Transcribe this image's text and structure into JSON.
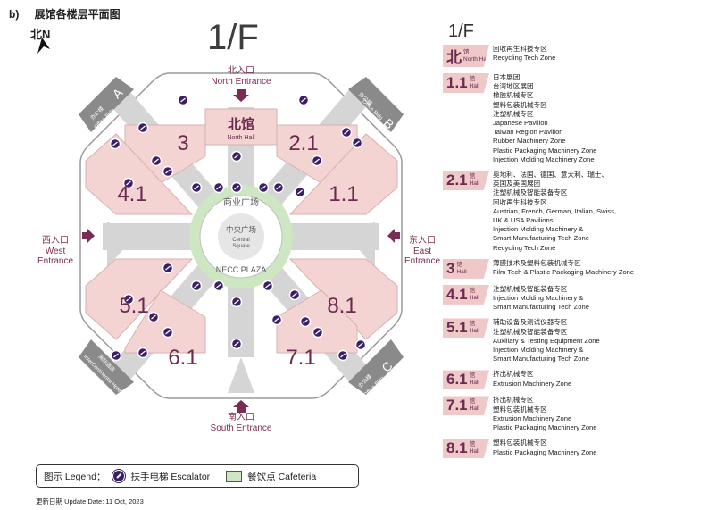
{
  "caption": "b)",
  "title": "展馆各楼层平面图",
  "north_indicator": "北N",
  "floor_label": "1/F",
  "map": {
    "halls": {
      "h3": "3",
      "h21": "2.1",
      "h41": "4.1",
      "h11": "1.1",
      "h51": "5.1",
      "h81": "8.1",
      "h61": "6.1",
      "h71": "7.1",
      "north_cn": "北馆",
      "north_en": "North Hall"
    },
    "plaza": {
      "cn_top": "商业广场",
      "cn_center": "中央广场",
      "en_center1": "Central",
      "en_center2": "Square",
      "en_bottom": "NECC PLAZA"
    },
    "entrances": {
      "north_cn": "北入口",
      "north_en": "North Entrance",
      "south_cn": "南入口",
      "south_en": "South Entrance",
      "west_cn": "西入口",
      "west_en1": "West",
      "west_en2": "Entrance",
      "east_cn": "东入口",
      "east_en1": "East",
      "east_en2": "Entrance"
    },
    "corners": {
      "a_letter": "A",
      "a_text1": "办公楼",
      "a_text2": "Office Bldg",
      "b_letter": "B",
      "b_text1": "办公楼",
      "b_text2": "Office Bldg",
      "c_letter": "C",
      "c_text1": "办公楼",
      "c_text2": "Office Bldg",
      "d_text1": "洲际酒店",
      "d_text2": "InterContinental Hotel"
    }
  },
  "hall_list": [
    {
      "num": "北",
      "sub_cn": "馆",
      "sub_en": "North Hall",
      "lines": [
        "回收再生科技专区",
        "Recycling Tech Zone"
      ]
    },
    {
      "num": "1.1",
      "sub_cn": "馆",
      "sub_en": "Hall",
      "lines": [
        "日本展团",
        "台湾地区展团",
        "橡胶机械专区",
        "塑料包装机械专区",
        "注塑机械专区",
        "Japanese Pavilion",
        "Taiwan Region Pavilion",
        "Rubber Machinery Zone",
        "Plastic Packaging Machinery Zone",
        "Injection Molding Machinery Zone"
      ]
    },
    {
      "num": "2.1",
      "sub_cn": "馆",
      "sub_en": "Hall",
      "lines": [
        "奥地利、法国、德国、意大利、瑞士、",
        "英国及美国展团",
        "注塑机械及智能装备专区",
        "回收再生科技专区",
        "Austrian, French, German, Italian, Swiss,",
        "UK & USA Pavilions",
        "Injection Molding Machinery &",
        "Smart Manufacturing Tech Zone",
        "Recycling Tech Zone"
      ]
    },
    {
      "num": "3",
      "sub_cn": "馆",
      "sub_en": "Hall",
      "lines": [
        "薄膜技术及塑料包装机械专区",
        "Film Tech & Plastic Packaging Machinery Zone"
      ]
    },
    {
      "num": "4.1",
      "sub_cn": "馆",
      "sub_en": "Hall",
      "lines": [
        "注塑机械及智能装备专区",
        "Injection Molding Machinery &",
        "Smart Manufacturing Tech Zone"
      ]
    },
    {
      "num": "5.1",
      "sub_cn": "馆",
      "sub_en": "Hall",
      "lines": [
        "辅助设备及测试仪器专区",
        "注塑机械及智能装备专区",
        "Auxiliary & Testing Equipment Zone",
        "Injection Molding Machinery &",
        "Smart Manufacturing Tech Zone"
      ]
    },
    {
      "num": "6.1",
      "sub_cn": "馆",
      "sub_en": "Hall",
      "lines": [
        "挤出机械专区",
        "Extrusion Machinery Zone"
      ]
    },
    {
      "num": "7.1",
      "sub_cn": "馆",
      "sub_en": "Hall",
      "lines": [
        "挤出机械专区",
        "塑料包装机械专区",
        "Extrusion Machinery Zone",
        "Plastic Packaging Machinery Zone"
      ]
    },
    {
      "num": "8.1",
      "sub_cn": "馆",
      "sub_en": "Hall",
      "lines": [
        "塑料包装机械专区",
        "Plastic Packaging Machinery Zone"
      ]
    }
  ],
  "legend": {
    "label": "图示 Legend：",
    "escalator": "扶手电梯 Escalator",
    "cafeteria": "餐饮点 Cafeteria"
  },
  "update_date": "更新日期 Update Date: 11 Oct, 2023",
  "colors": {
    "hall_pink": "#f4d3d3",
    "corridor": "#d5d5d5",
    "corner_building": "#8a8a8a",
    "cafeteria_green": "#cde7c2",
    "escalator": "#3b1f66",
    "hall_number": "#6b2a4f",
    "entrance_arrow": "#7a2c55"
  }
}
